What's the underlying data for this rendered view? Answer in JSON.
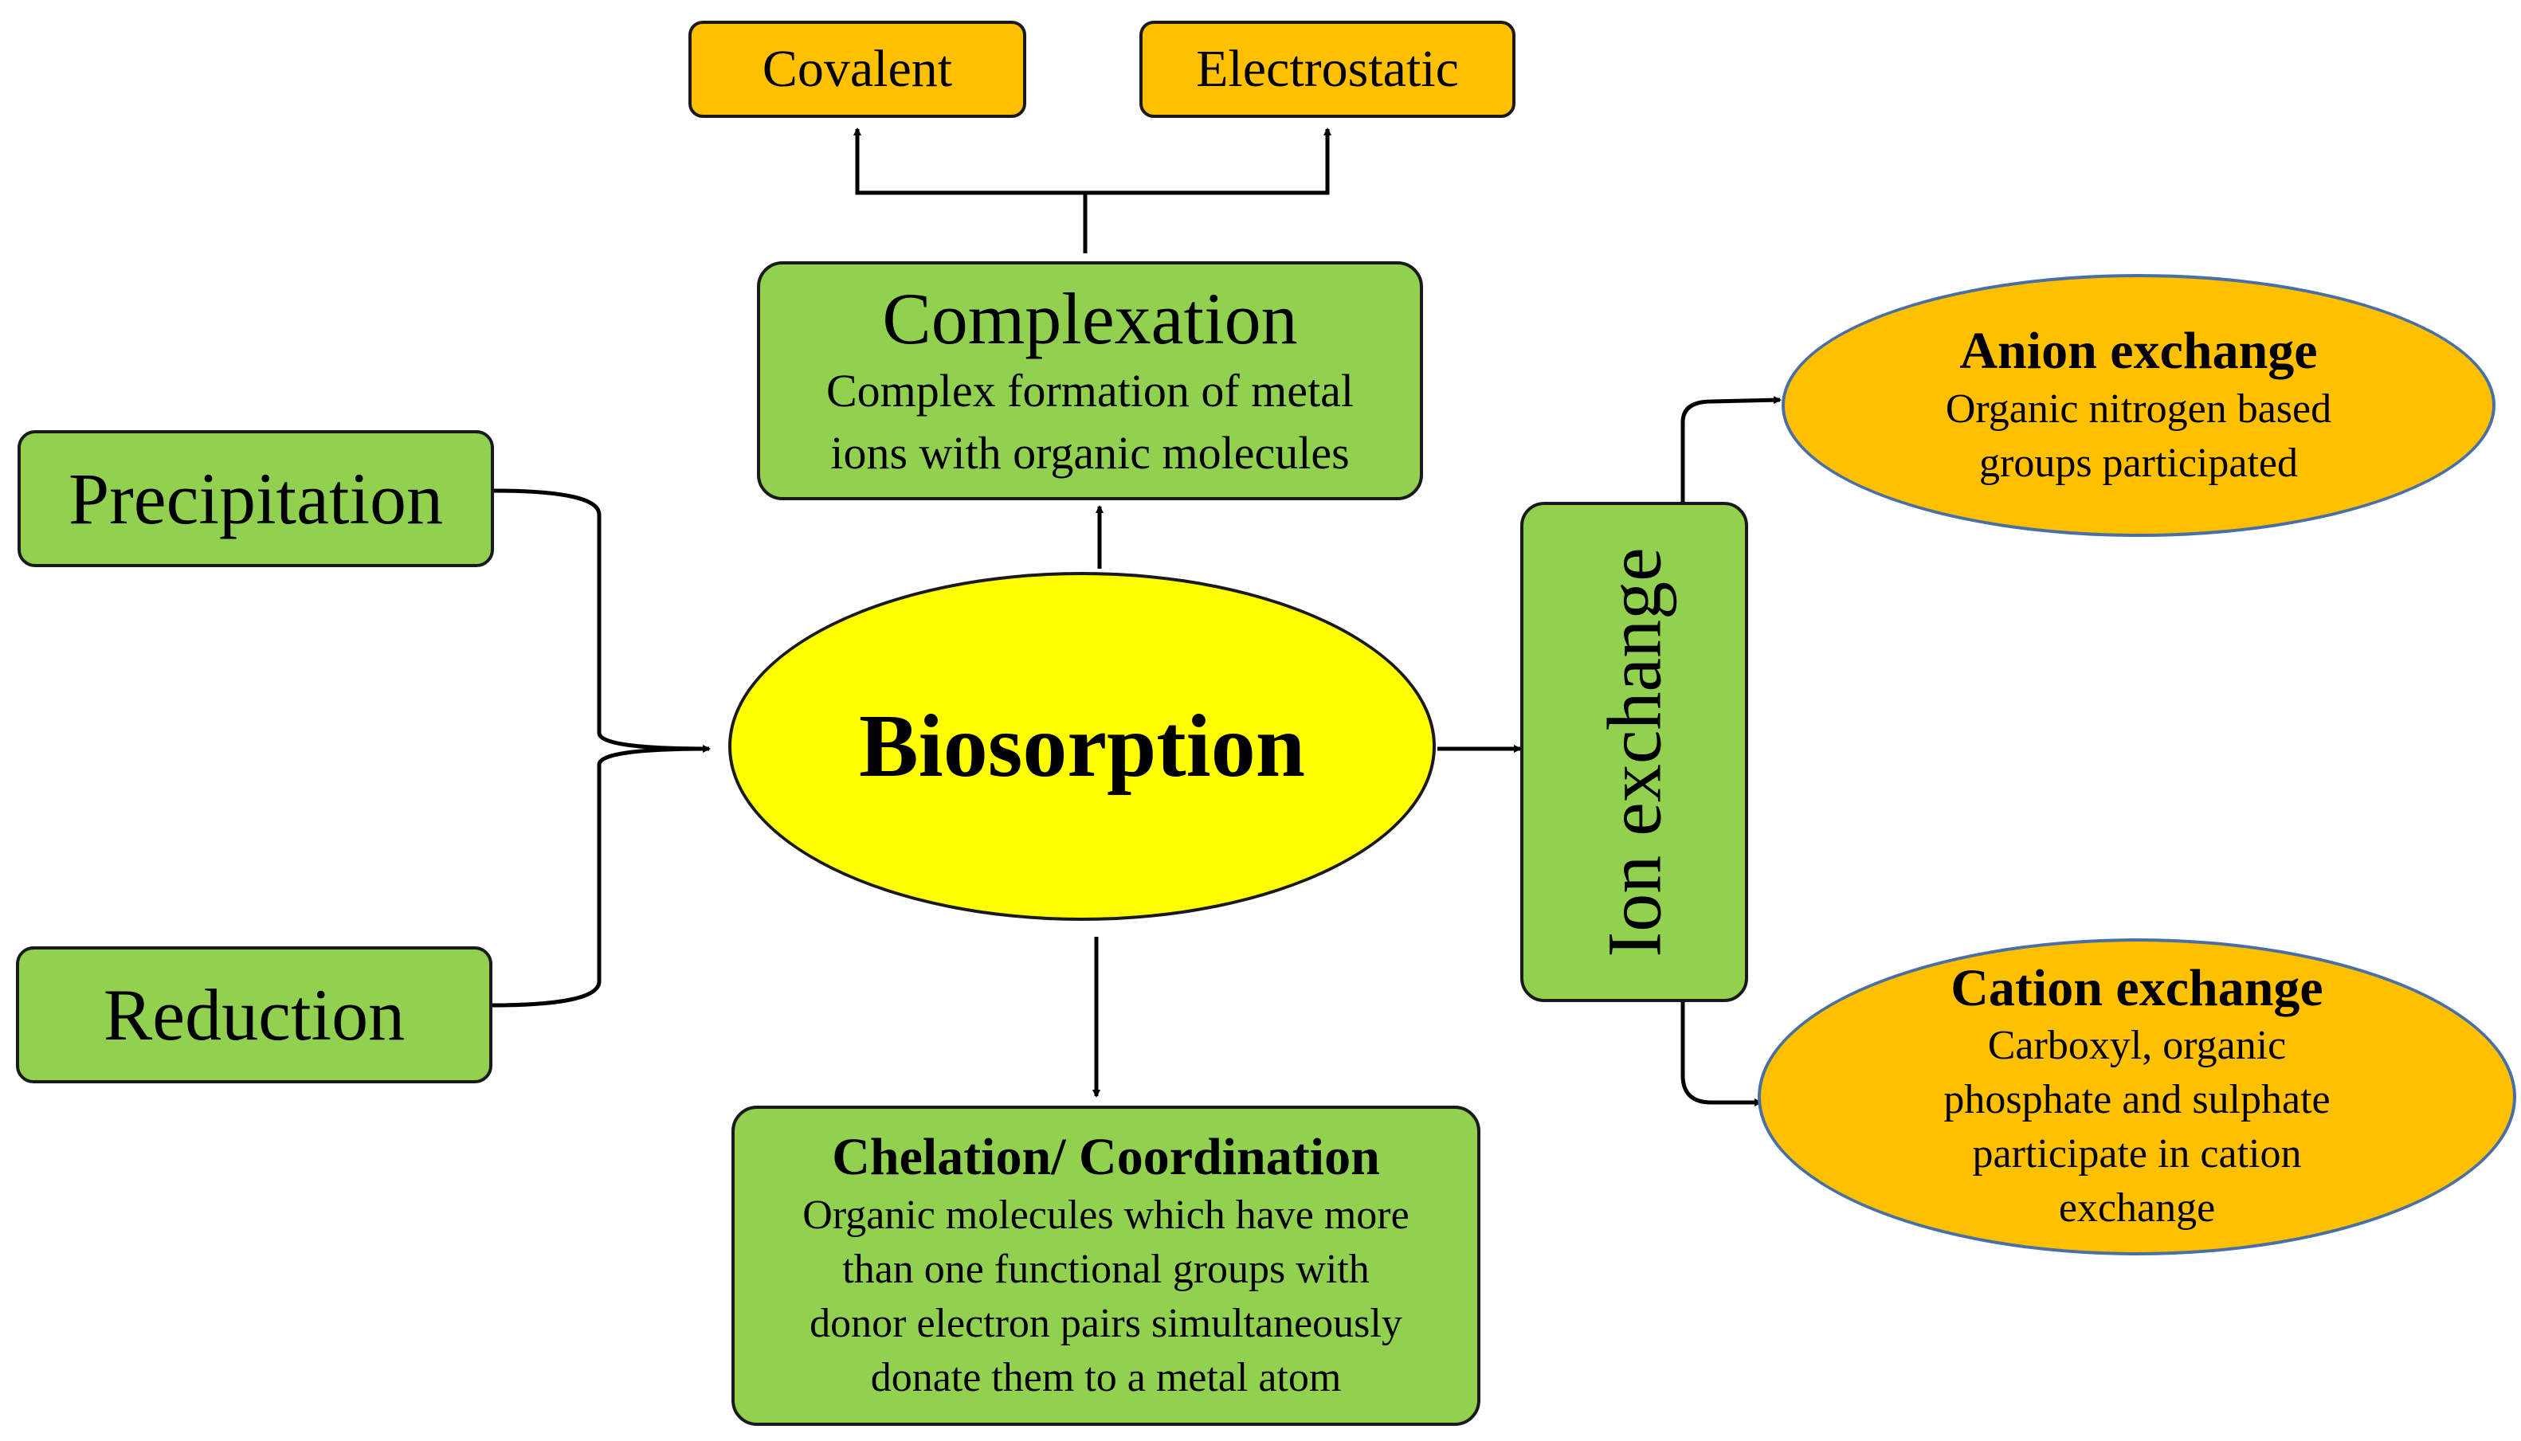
{
  "nodes": {
    "center": {
      "title": "Biosorption"
    },
    "covalent": {
      "title": "Covalent"
    },
    "electrostatic": {
      "title": "Electrostatic"
    },
    "complexation": {
      "title": "Complexation",
      "desc": [
        "Complex formation of metal",
        "ions with organic molecules"
      ]
    },
    "precipitation": {
      "title": "Precipitation"
    },
    "reduction": {
      "title": "Reduction"
    },
    "ion_exchange": {
      "title": "Ion exchange"
    },
    "anion": {
      "title": "Anion exchange",
      "desc": [
        "Organic nitrogen based",
        "groups participated"
      ]
    },
    "cation": {
      "title": "Cation exchange",
      "desc": [
        "Carboxyl, organic",
        "phosphate and sulphate",
        "participate in cation",
        "exchange"
      ]
    },
    "chelation": {
      "title": "Chelation/ Coordination",
      "desc": [
        "Organic molecules which have more",
        "than one functional groups with",
        "donor electron pairs simultaneously",
        "donate them to a metal atom"
      ]
    }
  },
  "colors": {
    "green": "#92d050",
    "orange": "#ffc000",
    "yellow": "#ffff00",
    "outline": "#1a1a1a",
    "ellipse_outline": "#4a6fa5"
  }
}
